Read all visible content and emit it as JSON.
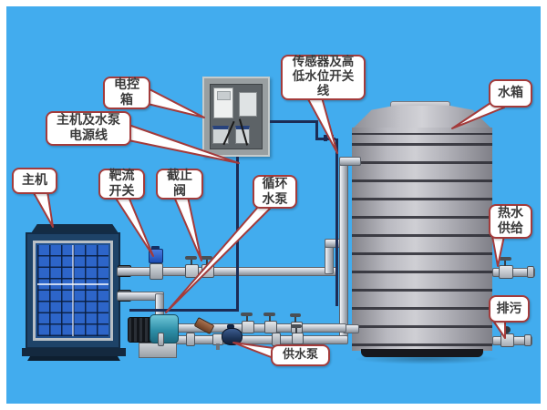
{
  "scene": {
    "description": "heat-pump water heater system installation diagram",
    "colors": {
      "background": "#42acee",
      "frame": "#ffffff",
      "callout_border": "#a33b3b",
      "callout_fill": "#ffffff",
      "wire": "#1c2c55",
      "pipe": "#c2c7cf",
      "tank_body": "#b0b0b6",
      "machine_panel": "#2d65c9"
    }
  },
  "callouts": {
    "control_box": {
      "text": "电控\n箱"
    },
    "power_line": {
      "text": "主机及水泵\n电源线"
    },
    "main_unit": {
      "text": "主机"
    },
    "flow_switch": {
      "text": "靶流\n开关"
    },
    "stop_valve": {
      "text": "截止\n阀"
    },
    "circulation_pump": {
      "text": "循环\n水泵"
    },
    "sensor_line": {
      "text": "传感器及高\n低水位开关\n线"
    },
    "water_tank": {
      "text": "水箱"
    },
    "hot_water_supply": {
      "text": "热水\n供给"
    },
    "drain": {
      "text": "排污"
    },
    "supply_pump": {
      "text": "供水泵"
    }
  }
}
